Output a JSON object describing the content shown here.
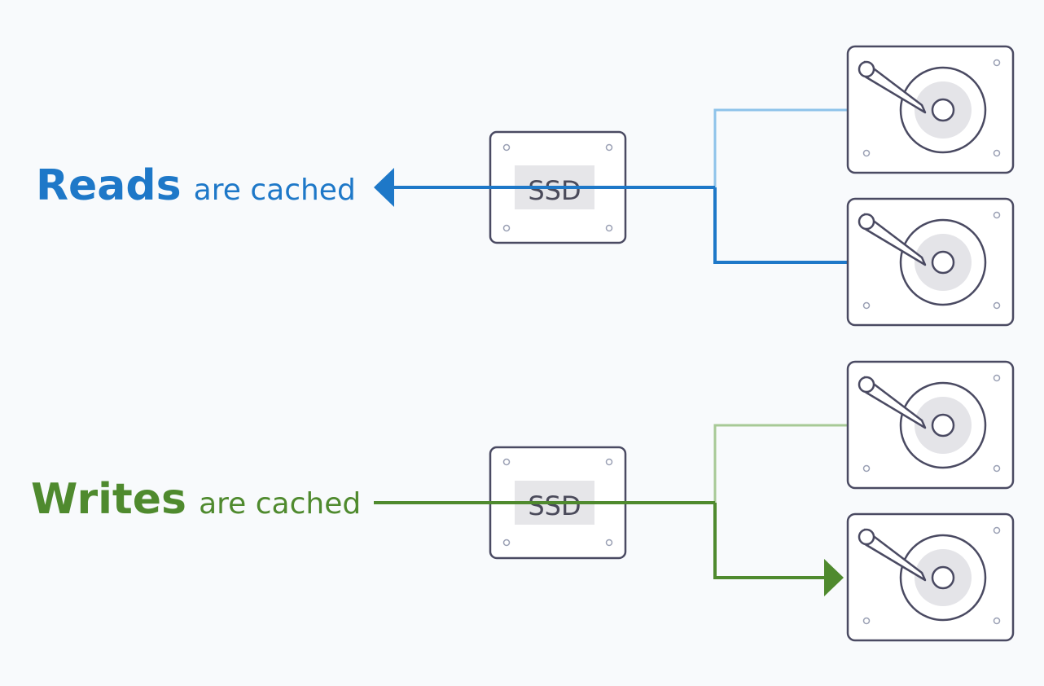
{
  "reads": {
    "strong": "Reads",
    "rest": "are cached",
    "color": "#1e78c8",
    "faded_color": "#8ec3ea"
  },
  "writes": {
    "strong": "Writes",
    "rest": "are cached",
    "color": "#4f8a2e",
    "faded_color": "#a7c996"
  },
  "ssd_label": "SSD",
  "colors": {
    "device_stroke": "#4a4a62",
    "device_fill": "#ffffff",
    "ssd_label_bg": "#e6e6e9",
    "platter_fill": "#e4e4e8"
  },
  "hdd_count": 4
}
